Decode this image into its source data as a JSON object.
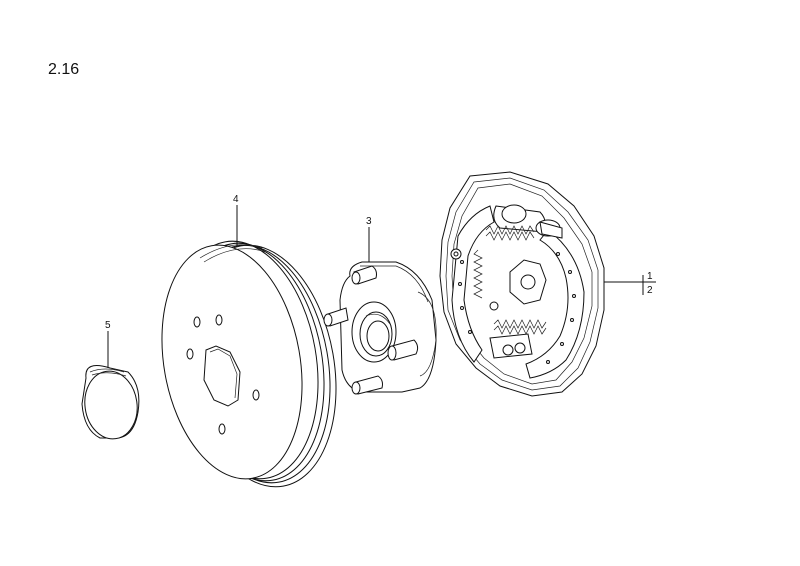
{
  "diagram": {
    "section_number": "2.16",
    "callouts": {
      "one": "1",
      "two": "2",
      "three": "3",
      "four": "4",
      "five": "5"
    }
  }
}
